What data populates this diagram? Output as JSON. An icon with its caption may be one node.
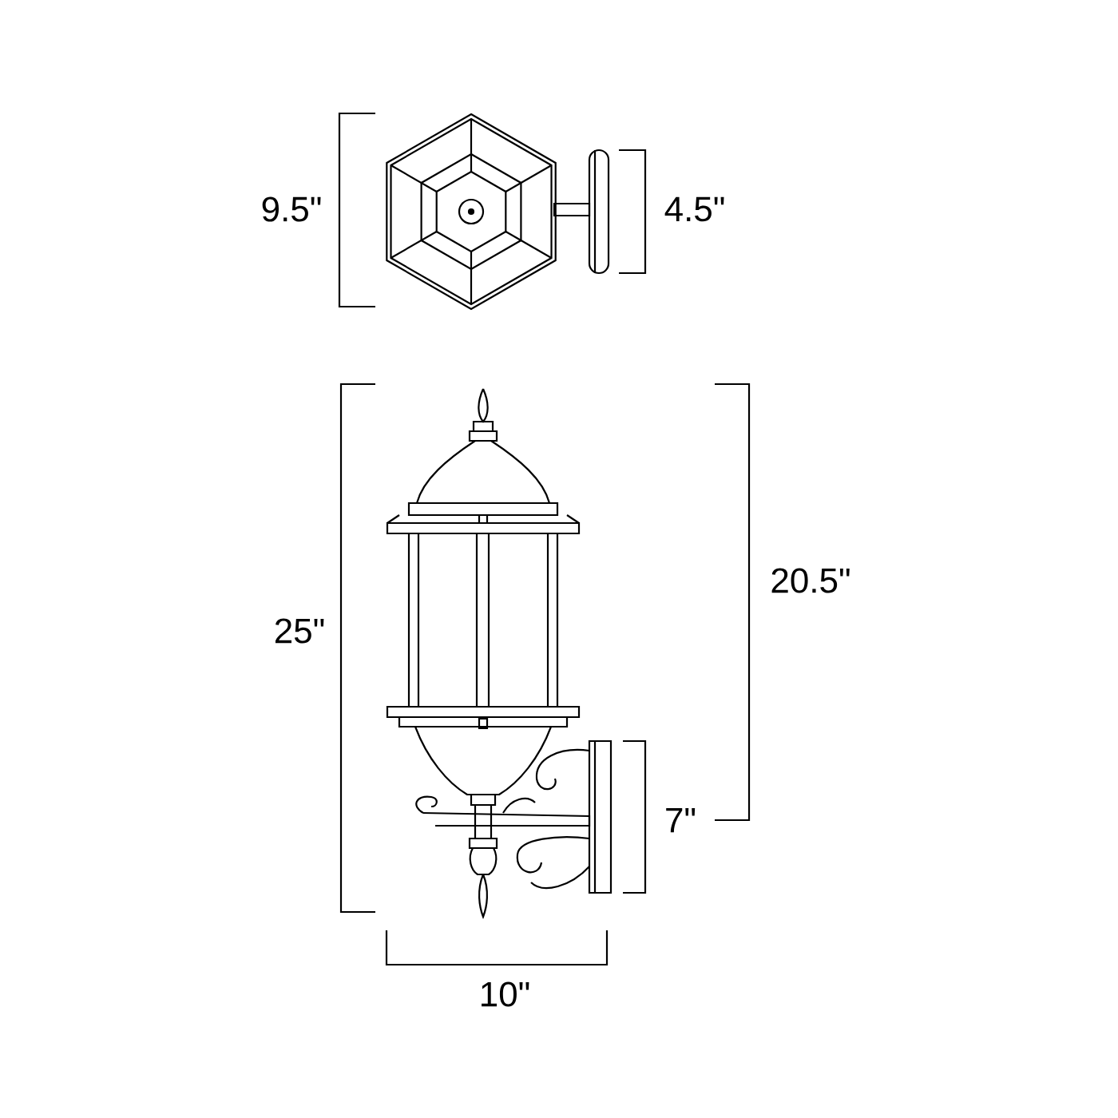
{
  "diagram": {
    "labels": [
      "9.5\"",
      "4.5\"",
      "25\"",
      "20.5\"",
      "7\"",
      "10\""
    ]
  }
}
